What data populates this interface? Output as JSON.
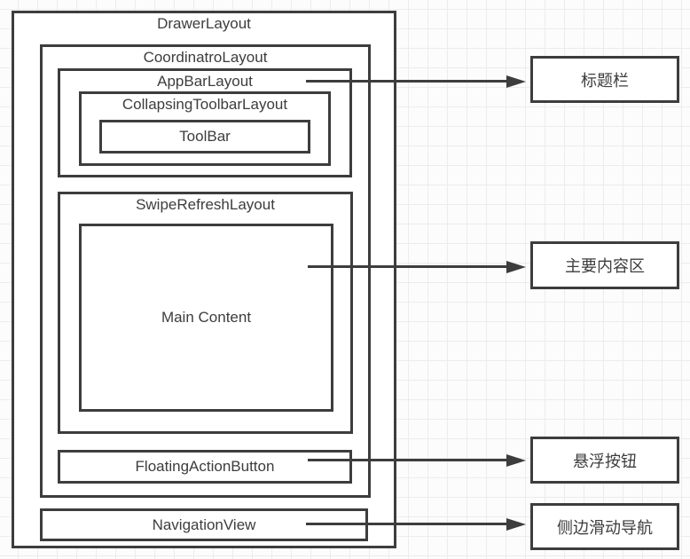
{
  "diagram": {
    "boxes": {
      "drawer": "DrawerLayout",
      "coordinator": "CoordinatroLayout",
      "appbar": "AppBarLayout",
      "collapsing_toolbar": "CollapsingToolbarLayout",
      "toolbar": "ToolBar",
      "swipe_refresh": "SwipeRefreshLayout",
      "main_content": "Main Content",
      "fab": "FloatingActionButton",
      "navigation_view": "NavigationView"
    },
    "annotations": [
      {
        "label": "标题栏",
        "points_from": "AppBarLayout"
      },
      {
        "label": "主要内容区",
        "points_from": "Main Content"
      },
      {
        "label": "悬浮按钮",
        "points_from": "FloatingActionButton"
      },
      {
        "label": "侧边滑动导航",
        "points_from": "NavigationView"
      }
    ],
    "colors": {
      "line": "#3d3d3d",
      "text": "#3d3d3d",
      "grid": "#ececec",
      "box_fill": "#ffffff"
    }
  }
}
